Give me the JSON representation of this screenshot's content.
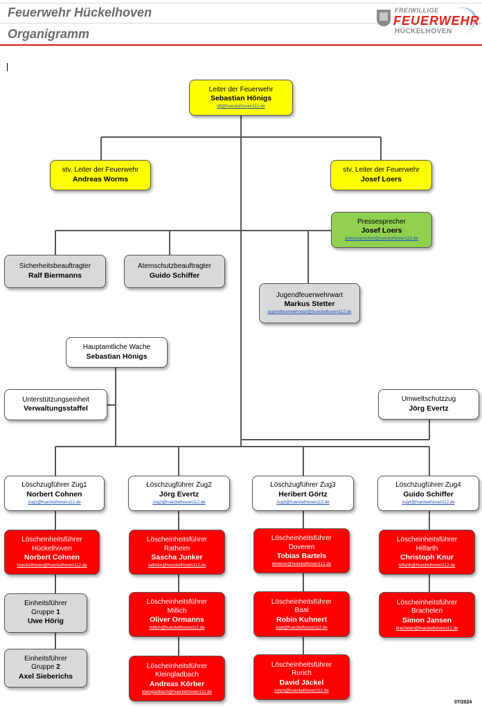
{
  "header": {
    "title": "Feuerwehr Hückelhoven",
    "subtitle": "Organigramm",
    "logo_line1": "FREIWILLIGE",
    "logo_line2": "FEUERWEHR",
    "logo_line3": "HÜCKELHOVEN"
  },
  "boxes": {
    "leiter": {
      "role": "Leiter der Feuerwehr",
      "name": "Sebastian Hönigs",
      "mail": "ldf@hueckelhoven112.de"
    },
    "stv1": {
      "role": "stv. Leiter der Feuerwehr",
      "name": "Andreas Worms"
    },
    "stv2": {
      "role": "stv. Leiter der Feuerwehr",
      "name": "Josef Loers"
    },
    "presse": {
      "role": "Pressesprecher",
      "name": "Josef Loers",
      "mail": "pressesprecher@hueckelhoven112.de"
    },
    "sicherheit": {
      "role": "Sicherheitsbeauftragter",
      "name": "Ralf Biermanns"
    },
    "atemschutz": {
      "role": "Atemschutzbeauftragter",
      "name": "Guido Schiffer"
    },
    "jugend": {
      "role": "Jugendfeuerwehrwart",
      "name": "Markus Stetter",
      "mail": "jugendfeuerwehrwart@hueckelhoven112.de"
    },
    "wache": {
      "role": "Hauptamtliche Wache",
      "name": "Sebastian Hönigs"
    },
    "unterstuetzung": {
      "role": "Unterstützungseinheit",
      "name": "Verwaltungsstaffel"
    },
    "umwelt": {
      "role": "Umweltschutzzug",
      "name": "Jörg Evertz"
    },
    "zug1": {
      "role": "Löschzugführer Zug1",
      "name": "Norbert Cohnen",
      "mail": "zug1@hueckelhoven112.de"
    },
    "zug2": {
      "role": "Löschzugführer Zug2",
      "name": "Jörg Evertz",
      "mail": "zug2@hueckelhoven112.de"
    },
    "zug3": {
      "role": "Löschzugführer Zug3",
      "name": "Heribert Görtz",
      "mail": "zug3@hueckelhoven112.de"
    },
    "zug4": {
      "role": "Löschzugführer Zug4",
      "name": "Guido Schiffer",
      "mail": "zug4@hueckelhoven112.de"
    },
    "le_hueckelhoven": {
      "role": "Löscheinheitsführer",
      "place": "Hückelhoven",
      "name": "Norbert Cohnen",
      "mail": "hueckelhoven@hueckelhoven112.de"
    },
    "le_ratheim": {
      "role": "Löscheinheitsführer",
      "place": "Ratheim",
      "name": "Sascha Junker",
      "mail": "ratheim@hueckelhoven112.de"
    },
    "le_millich": {
      "role": "Löscheinheitsführer",
      "place": "Millich",
      "name": "Oliver Ormanns",
      "mail": "millich@hueckelhoven112.de"
    },
    "le_kleingladbach": {
      "role": "Löscheinheitsführer",
      "place": "Kleingladbach",
      "name": "Andreas Körber",
      "mail": "kleingladbach@hueckelhoven112.de"
    },
    "le_doveren": {
      "role": "Löscheinheitsführer",
      "place": "Doveren",
      "name": "Tobias Bartels",
      "mail": "doveren@hueckelhoven112.de"
    },
    "le_baal": {
      "role": "Löscheinheitsführer",
      "place": "Baal",
      "name": "Robin Kuhnert",
      "mail": "baal@hueckelhoven112.de"
    },
    "le_rurich": {
      "role": "Löscheinheitsführer",
      "place": "Rurich",
      "name": "David Jäckel",
      "mail": "rurich@hueckelhoven112.de"
    },
    "le_hilfarth": {
      "role": "Löscheinheitsführer",
      "place": "Hilfarth",
      "name": "Christoph Knur",
      "mail": "hilfarth@hueckelhoven112.de"
    },
    "le_brachelen": {
      "role": "Löscheinheitsführer",
      "place": "Brachelen",
      "name": "Simon Jansen",
      "mail": "brachelen@hueckelhoven112.de"
    },
    "gruppe1": {
      "role": "Einheitsführer",
      "group_label": "Gruppe",
      "group_num": "1",
      "name": "Uwe Hörig"
    },
    "gruppe2": {
      "role": "Einheitsführer",
      "group_label": "Gruppe",
      "group_num": "2",
      "name": "Axel Sieberichs"
    }
  },
  "footer": {
    "date": "07/2024"
  },
  "colors": {
    "leader": "#ffff00",
    "press": "#92d050",
    "staff": "#d9d9d9",
    "unit": "#ffffff",
    "fire_unit": "#ff0000",
    "accent": "#d21a1a"
  }
}
